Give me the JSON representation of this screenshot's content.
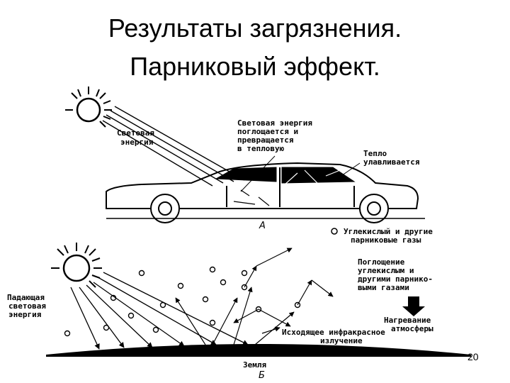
{
  "slide": {
    "title_line1": "Результаты загрязнения.",
    "title_line2": "Парниковый эффект.",
    "page_number": "20"
  },
  "diagram_a": {
    "label": "А",
    "light_energy": [
      "Световая",
      "энергия"
    ],
    "absorbed": [
      "Световая энергия",
      "поглощается и",
      "превращается",
      "в тепловую"
    ],
    "heat_trapped": [
      "Тепло",
      "улавливается"
    ]
  },
  "diagram_b": {
    "label": "Б",
    "legend": [
      "Углекислый и другие",
      "парниковые газы"
    ],
    "incident": [
      "Падающая",
      "световая",
      "энергия"
    ],
    "absorption": [
      "Поглощение",
      "углекислым и",
      "другими парнико-",
      "выми газами"
    ],
    "heating": [
      "Нагревание",
      "атмосферы"
    ],
    "outgoing": [
      "Исходящее инфракрасное",
      "излучение"
    ],
    "earth": "Земля"
  }
}
